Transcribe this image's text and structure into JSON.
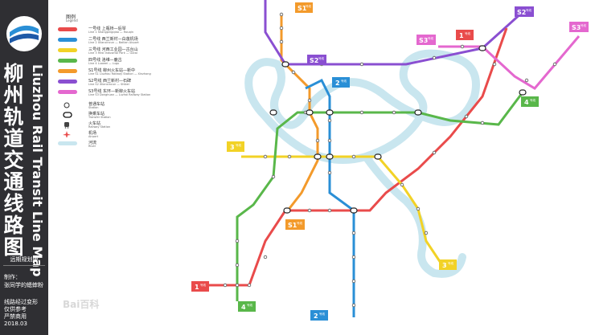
{
  "sidebar": {
    "title_cn": "柳州轨道交通线路图",
    "title_en": "Liuzhou Rail Transit Line Map",
    "subtitle": "远期规划版",
    "author_label": "制作：",
    "author_name": "张同学的蟋蟀粉",
    "footer_lines": [
      "线路经过变形",
      "仅供参考",
      "严禁商用",
      "2018.03"
    ]
  },
  "legend": {
    "title": "图例",
    "title_en": "Legend",
    "lines": [
      {
        "color": "#e94b4b",
        "label": "一号线 上瓶桥—后琴",
        "sublabel": "Line 1 Shangpingqiao — Houqin"
      },
      {
        "color": "#2a8fd6",
        "label": "二号线 西兰新村—白莲机场",
        "sublabel": "Line 2 Xilanxincun — Bailian Airport"
      },
      {
        "color": "#f2d226",
        "label": "三号线 河西工业园—古台山",
        "sublabel": "Line 3 Hexi Industrial Park — Gutai"
      },
      {
        "color": "#59b74a",
        "label": "四号线 洛维—鹿古",
        "sublabel": "Line 4 Luowei — Lugu"
      },
      {
        "color": "#f39a2b",
        "label": "S1号线 柳州火车站—新中",
        "sublabel": "Line S1 Liuzhou Railway Station — Xinzhong"
      },
      {
        "color": "#8a4fd1",
        "label": "S2号线 西兰新村—石碑",
        "sublabel": "Line S2 Xilanxincun — Shibei"
      },
      {
        "color": "#e468cf",
        "label": "S3号线 东环—新柳火车站",
        "sublabel": "Line S3 Donghuan — Luzhai Railway Station"
      }
    ],
    "symbols": [
      {
        "type": "station",
        "label": "普通车站",
        "sublabel": "Station"
      },
      {
        "type": "transfer",
        "label": "换乘车站",
        "sublabel": "Transfer Station"
      },
      {
        "type": "train",
        "label": "火车站",
        "sublabel": "Railway Station"
      },
      {
        "type": "airport",
        "label": "机场",
        "sublabel": "Airport"
      },
      {
        "type": "river",
        "label": "河流",
        "sublabel": "River"
      }
    ]
  },
  "badges": [
    {
      "text": "S1",
      "line": "号线",
      "color": "#f39a2b"
    },
    {
      "text": "S2",
      "line": "号线",
      "color": "#8a4fd1"
    },
    {
      "text": "S3",
      "line": "号线",
      "color": "#e468cf"
    },
    {
      "text": "S3",
      "line": "号线",
      "color": "#e468cf"
    },
    {
      "text": "1",
      "line": "号线",
      "color": "#e94b4b"
    },
    {
      "text": "S2",
      "line": "号线",
      "color": "#8a4fd1"
    },
    {
      "text": "2",
      "line": "号线",
      "color": "#2a8fd6"
    },
    {
      "text": "4",
      "line": "号线",
      "color": "#59b74a"
    },
    {
      "text": "3",
      "line": "号线",
      "color": "#f2d226"
    },
    {
      "text": "S1",
      "line": "号线",
      "color": "#f39a2b"
    },
    {
      "text": "3",
      "line": "号线",
      "color": "#f2d226"
    },
    {
      "text": "1",
      "line": "号线",
      "color": "#e94b4b"
    },
    {
      "text": "4",
      "line": "号线",
      "color": "#59b74a"
    },
    {
      "text": "2",
      "line": "号线",
      "color": "#2a8fd6"
    }
  ],
  "watermark": "Bai百科",
  "colors": {
    "river": "#c9e6ef",
    "sidebar": "#2f2f33"
  }
}
